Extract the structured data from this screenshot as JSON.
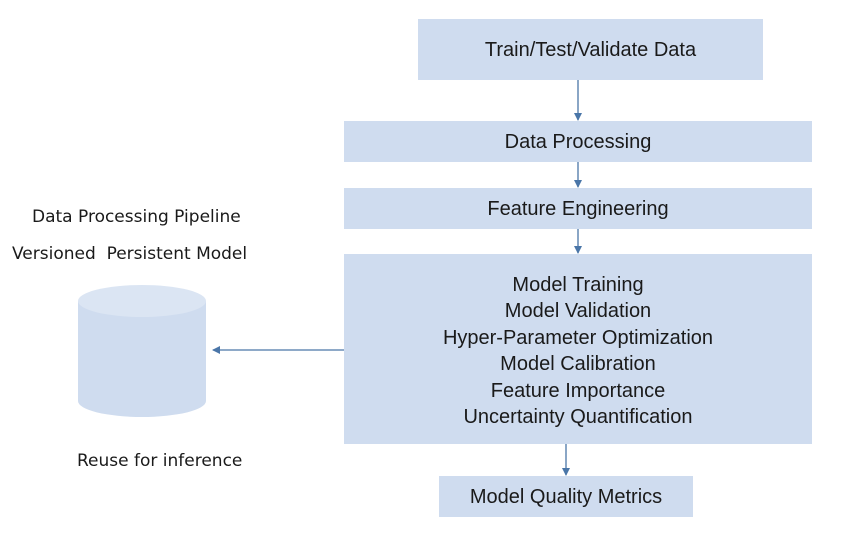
{
  "diagram": {
    "boxes": {
      "data_source": "Train/Test/Validate Data",
      "processing": "Data Processing",
      "feature_engineering": "Feature Engineering",
      "training_steps": [
        "Model Training",
        "Model Validation",
        "Hyper-Parameter Optimization",
        "Model Calibration",
        "Feature Importance",
        "Uncertainty Quantification"
      ],
      "metrics": "Model Quality Metrics"
    },
    "storage": {
      "label_line1": "Data Processing Pipeline",
      "label_line2": "Versioned  Persistent Model",
      "caption": "Reuse for inference"
    },
    "colors": {
      "box_fill": "#cfdcef",
      "arrow": "#4a76a8",
      "text": "#1a1a1a"
    }
  }
}
